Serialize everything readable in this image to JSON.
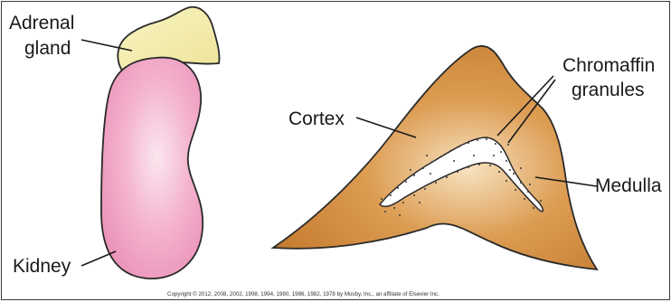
{
  "labels": {
    "adrenal_line1": "Adrenal",
    "adrenal_line2": "gland",
    "kidney": "Kidney",
    "cortex": "Cortex",
    "chromaffin_line1": "Chromaffin",
    "chromaffin_line2": "granules",
    "medulla": "Medulla"
  },
  "copyright": "Copyright © 2012, 2008, 2002, 1998, 1994, 1990, 1986, 1982, 1978 by Mosby, Inc., an affiliate of Elsevier Inc.",
  "colors": {
    "adrenal_fill": "#f4eeae",
    "kidney_fill": "#f4aacb",
    "cortex_fill": "#cf8a3e",
    "medulla_fill": "#ffffff",
    "outline": "#2a2a2a"
  }
}
